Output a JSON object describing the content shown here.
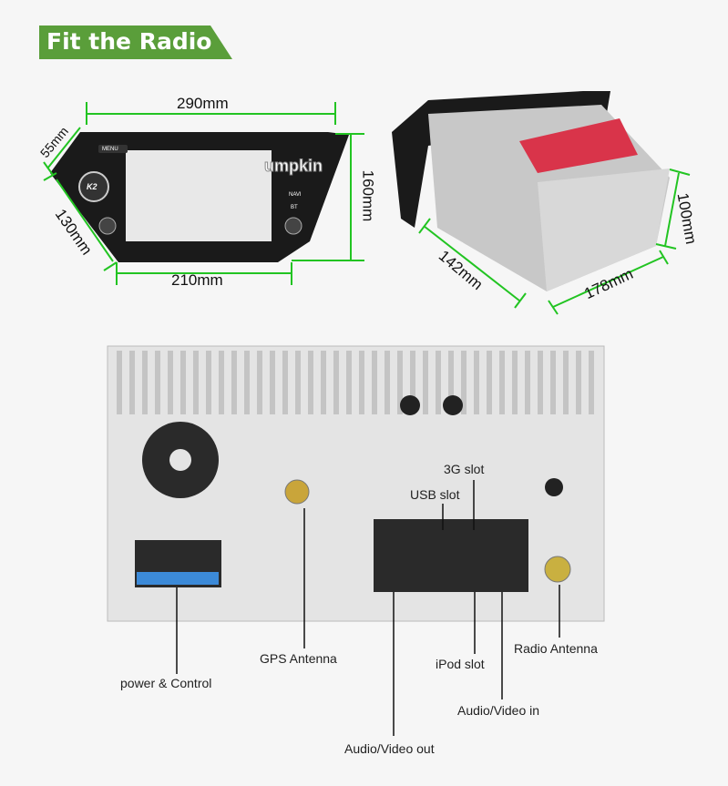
{
  "header": {
    "title": "Fit the Radio"
  },
  "front_unit": {
    "dimensions": {
      "width_top": "290mm",
      "width_bottom": "210mm",
      "height": "160mm",
      "depth_side": "55mm",
      "side": "130mm"
    },
    "buttons": [
      "MENU",
      "NAVI",
      "BT"
    ],
    "knob_logo": "K2"
  },
  "rear_unit": {
    "dimensions": {
      "depth": "142mm",
      "width": "178mm",
      "height": "100mm"
    }
  },
  "watermark": "umpkin",
  "ports": {
    "power": "power & Control",
    "gps": "GPS Antenna",
    "g3": "3G slot",
    "usb": "USB slot",
    "ipod": "iPod slot",
    "radio": "Radio Antenna",
    "av_in": "Audio/Video in",
    "av_out": "Audio/Video out"
  },
  "colors": {
    "accent": "#5a9e3a",
    "dim_line": "#22c422",
    "callout": "#111111"
  }
}
